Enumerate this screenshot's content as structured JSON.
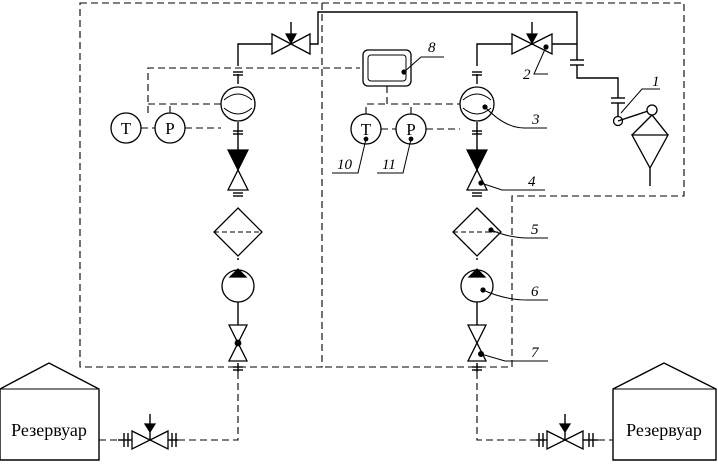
{
  "reservoirs": {
    "left": "Резервуар",
    "right": "Резервуар"
  },
  "instruments": {
    "left_temp": "T",
    "left_press": "P",
    "right_temp": "T",
    "right_press": "P"
  },
  "callouts": [
    "1",
    "2",
    "3",
    "4",
    "5",
    "6",
    "7",
    "8",
    "10",
    "11"
  ]
}
